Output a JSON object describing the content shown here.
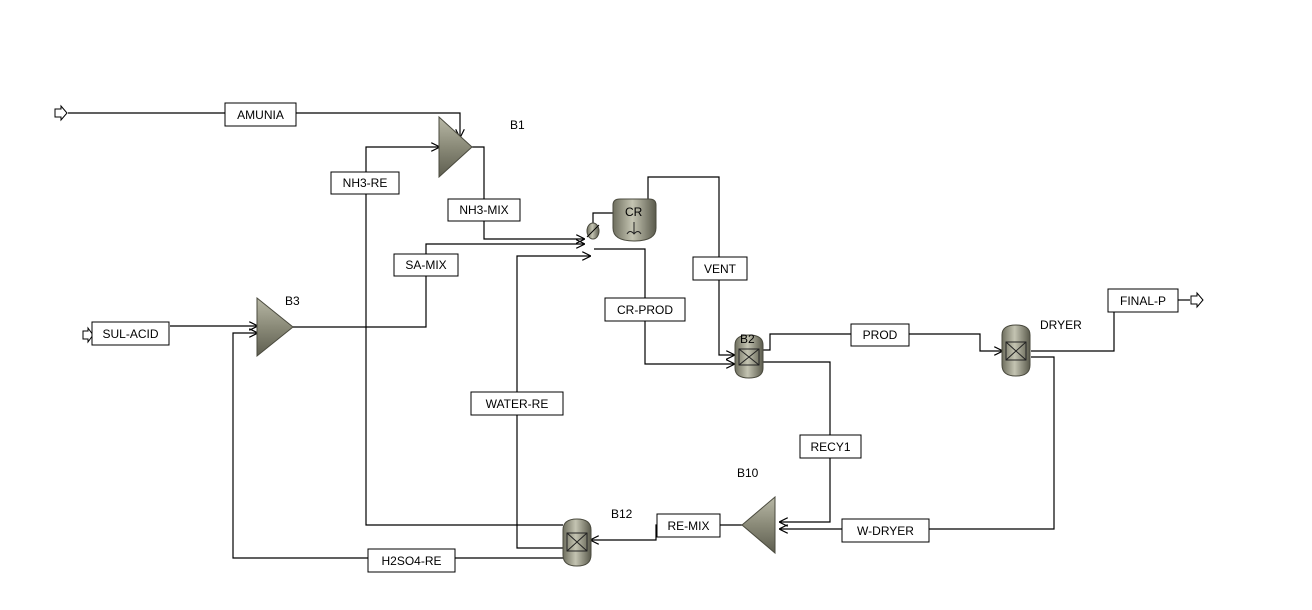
{
  "blocks": {
    "b1": "B1",
    "b3": "B3",
    "cr": "CR",
    "b2": "B2",
    "dryer": "DRYER",
    "b10": "B10",
    "b12": "B12"
  },
  "streams": {
    "amunia": "AMUNIA",
    "nh3_re": "NH3-RE",
    "nh3_mix": "NH3-MIX",
    "sa_mix": "SA-MIX",
    "sul_acid": "SUL-ACID",
    "vent": "VENT",
    "cr_prod": "CR-PROD",
    "prod": "PROD",
    "final_p": "FINAL-P",
    "water_re": "WATER-RE",
    "recy1": "RECY1",
    "re_mix": "RE-MIX",
    "w_dryer": "W-DRYER",
    "h2so4_re": "H2SO4-RE"
  },
  "colors": {
    "equipment": "#9a9a86",
    "equipment_dark": "#5c5c4e",
    "line": "#000000"
  }
}
